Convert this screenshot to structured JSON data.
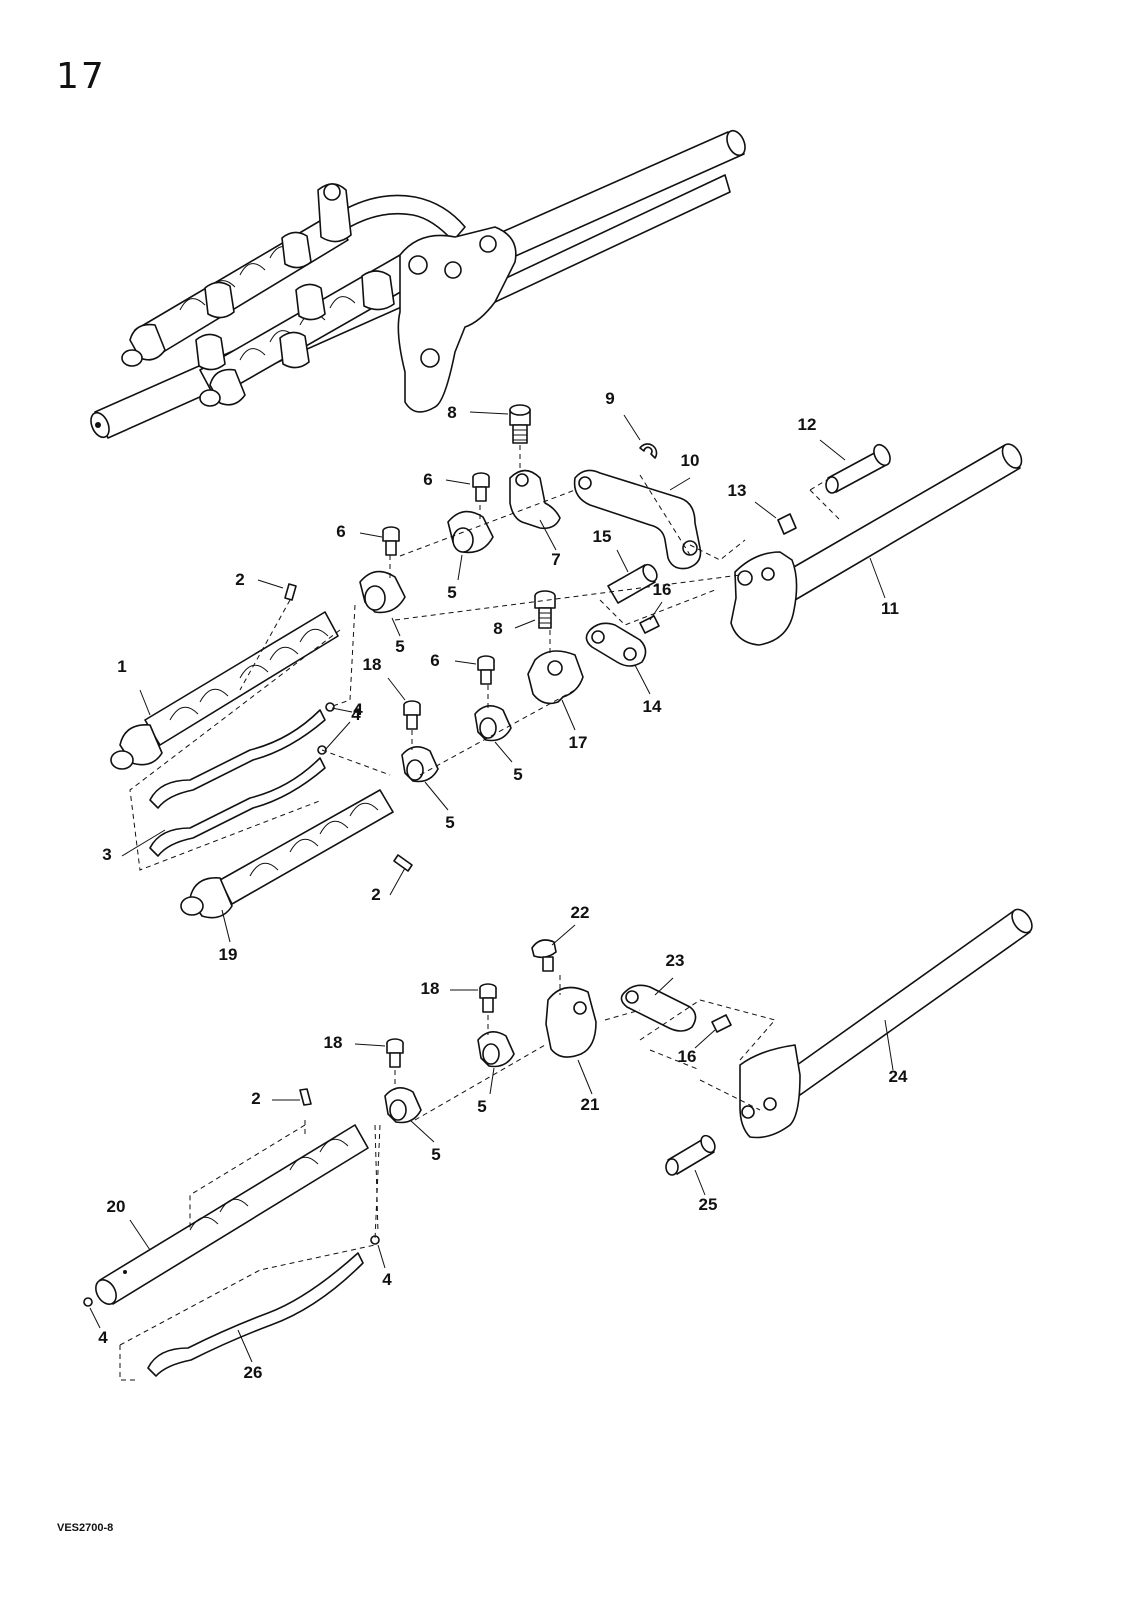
{
  "page_number": "17",
  "document_code": "VES2700-8",
  "callouts": [
    "1",
    "2",
    "2",
    "2",
    "3",
    "4",
    "4",
    "4",
    "4",
    "5",
    "5",
    "5",
    "5",
    "5",
    "5",
    "5",
    "6",
    "6",
    "6",
    "7",
    "8",
    "8",
    "9",
    "10",
    "11",
    "12",
    "13",
    "14",
    "15",
    "16",
    "16",
    "17",
    "18",
    "18",
    "18",
    "19",
    "20",
    "21",
    "22",
    "23",
    "24",
    "25",
    "26"
  ]
}
